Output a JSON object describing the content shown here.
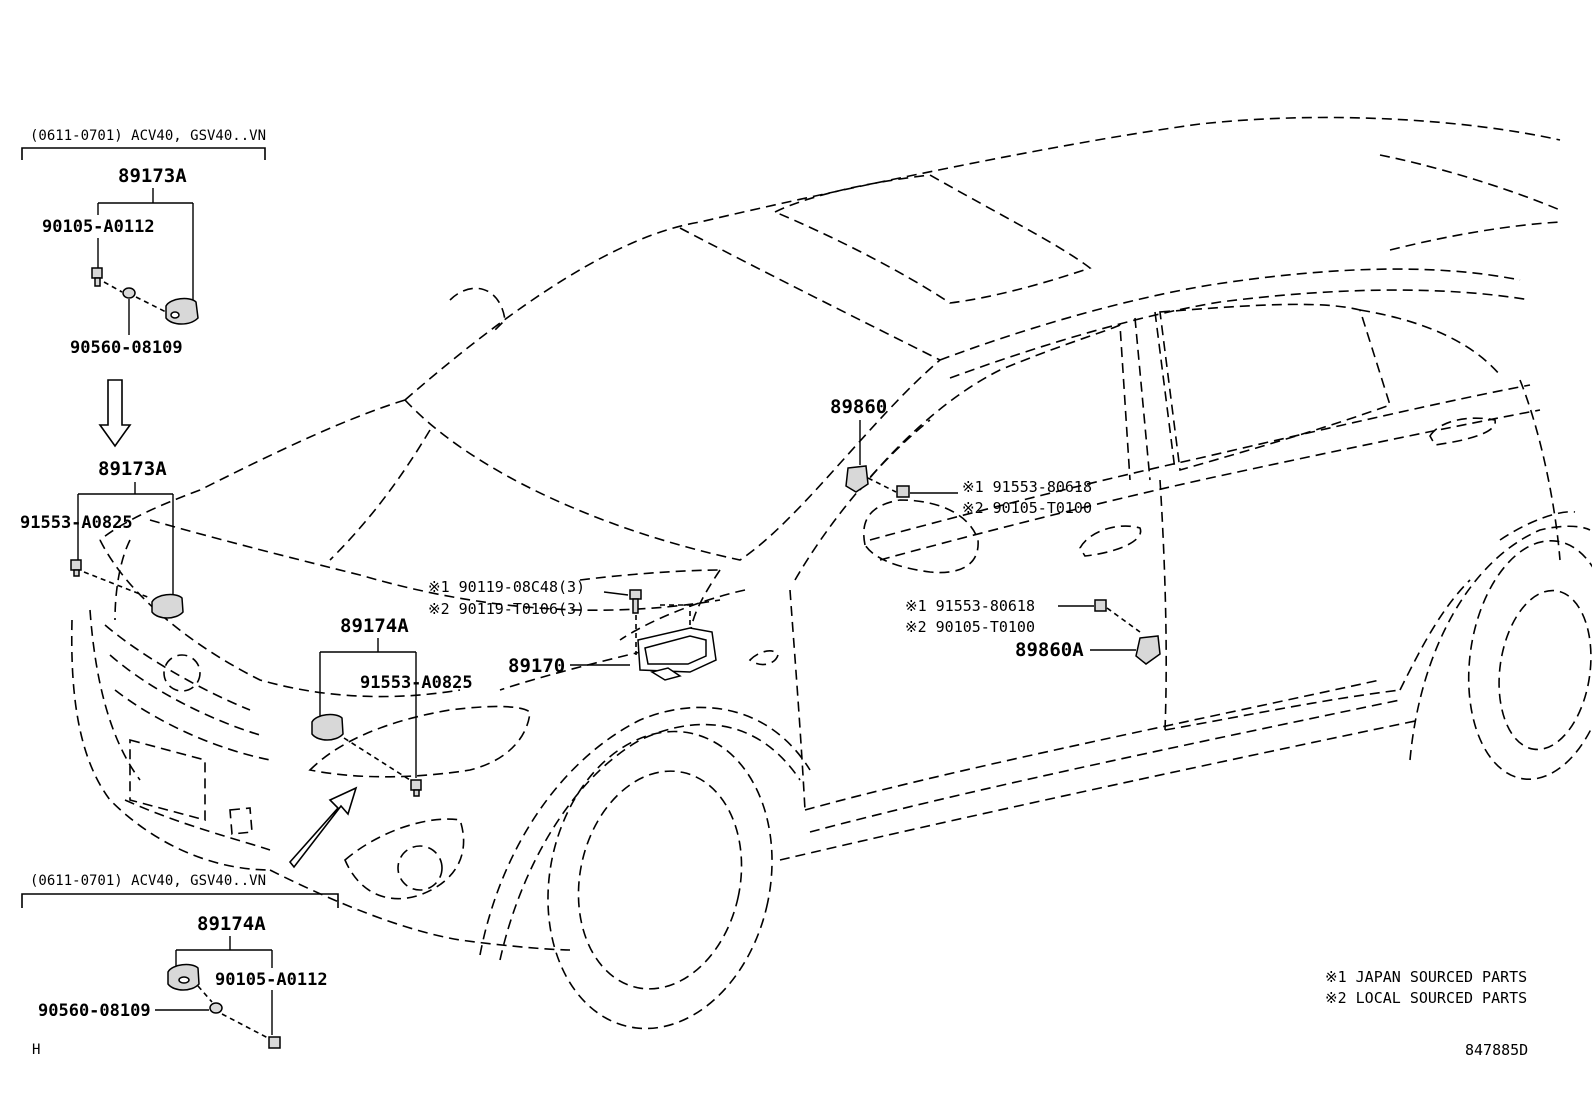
{
  "diagram": {
    "variant_note": "(0611-0701) ACV40, GSV40..VN",
    "parts": {
      "p89173a": "89173A",
      "p89174a": "89174A",
      "p89170": "89170",
      "p89860": "89860",
      "p89860a": "89860A",
      "p90105_a0112": "90105-A0112",
      "p90560_08109": "90560-08109",
      "p91553_a0825": "91553-A0825",
      "p90119_08c48": "※1 90119-08C48(3)",
      "p90119_t0106": "※2 90119-T0106(3)",
      "p91553_80618": "※1 91553-80618",
      "p90105_t0100": "※2 90105-T0100"
    },
    "legend": {
      "line1": "※1 JAPAN SOURCED PARTS",
      "line2": "※2 LOCAL SOURCED PARTS"
    },
    "corner_left": "H",
    "figure_id": "847885D"
  }
}
